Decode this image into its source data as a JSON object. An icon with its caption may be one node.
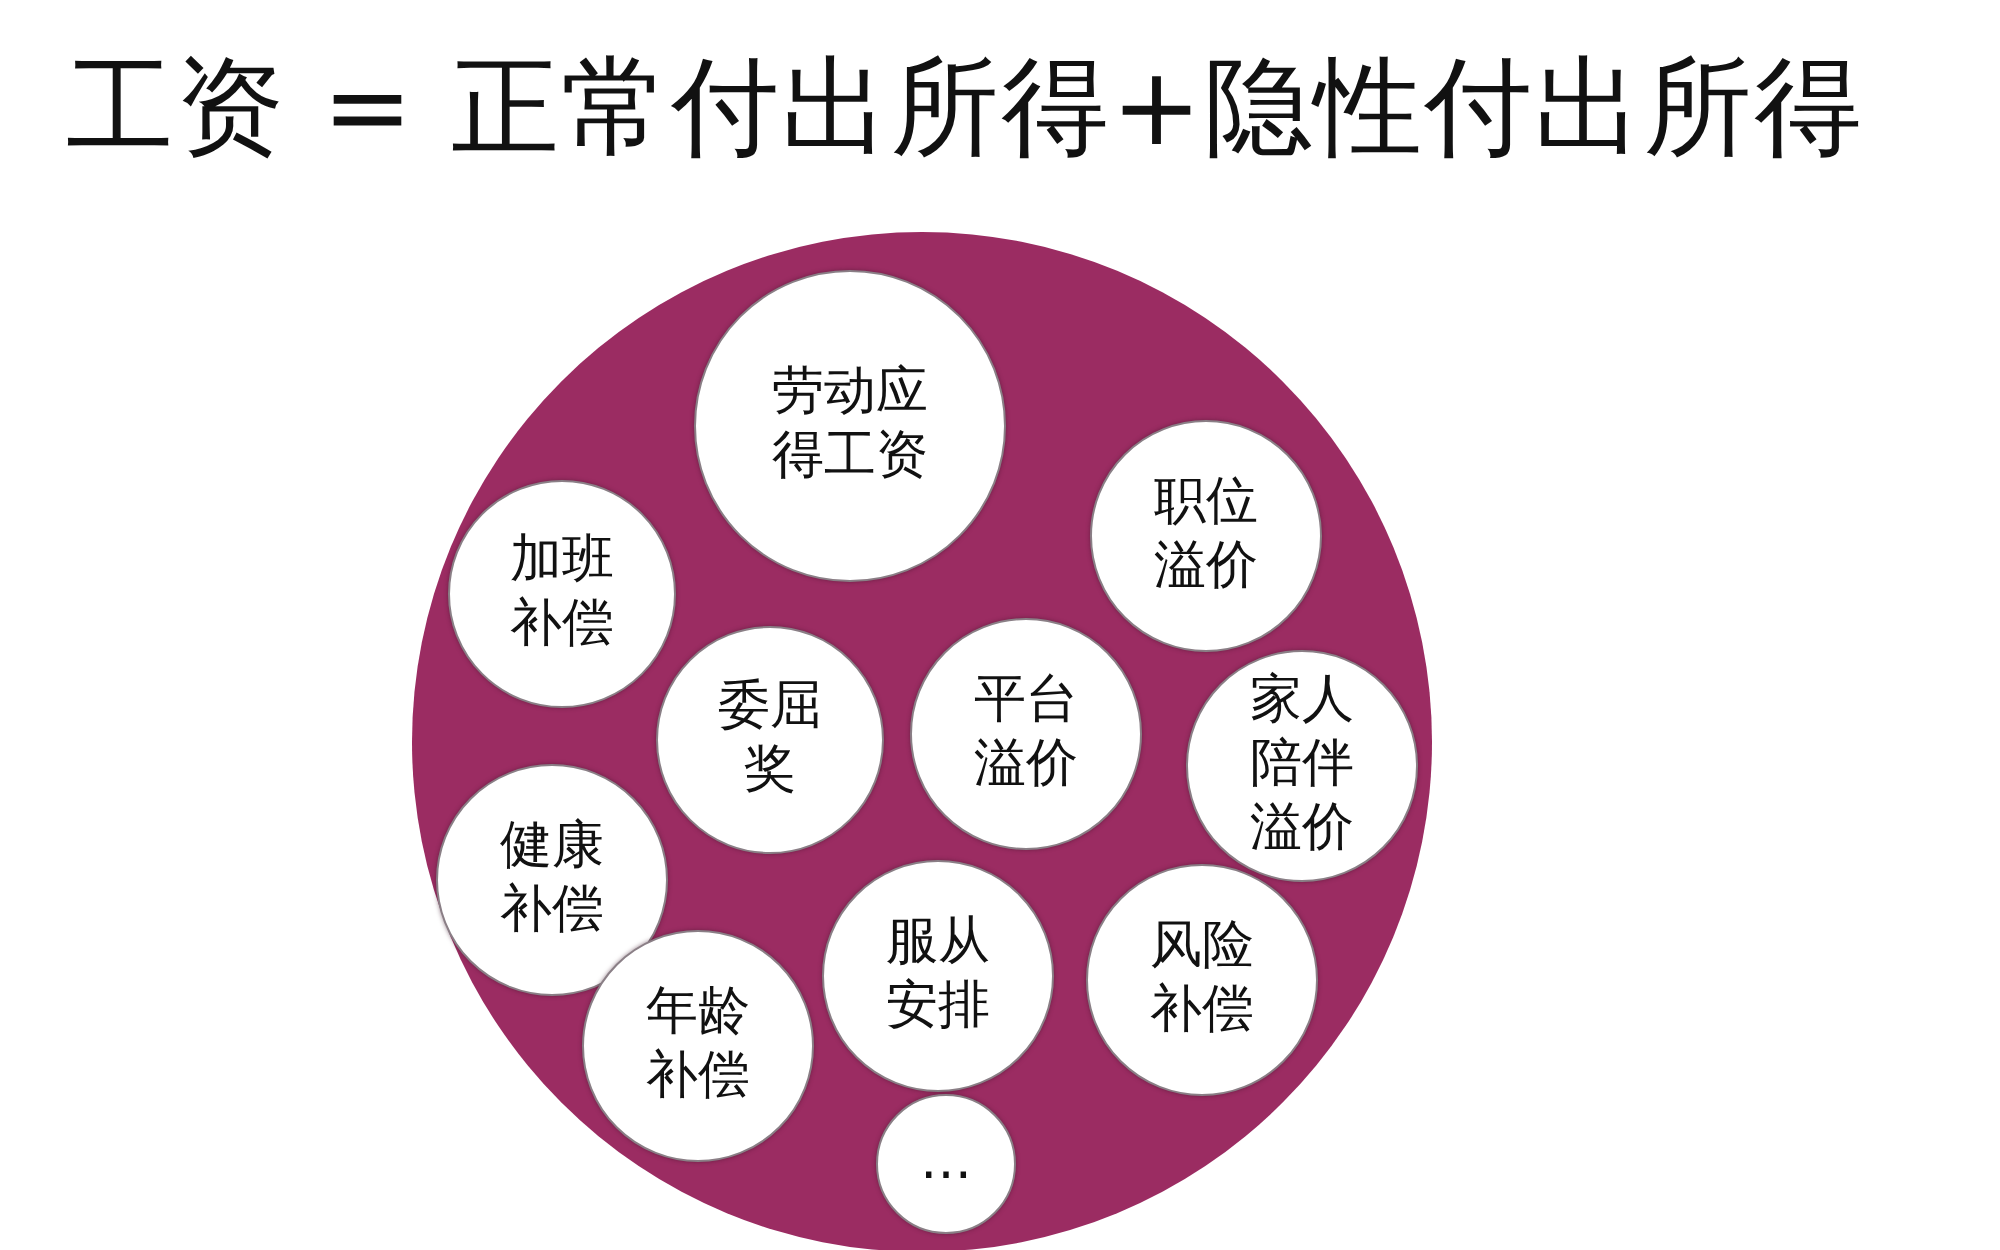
{
  "diagram": {
    "title": "工资 = 正常付出所得+隐性付出所得",
    "nodes": [
      {
        "text": [],
        "shape": "circle"
      },
      {
        "text": [
          "劳动应得工资"
        ],
        "in": 0
      },
      {
        "text": [
          "职位溢价"
        ],
        "in": 0
      },
      {
        "text": [
          "加班补偿"
        ],
        "in": 0
      },
      {
        "text": [
          "委屈奖"
        ],
        "in": 0
      },
      {
        "text": [
          "平台溢价"
        ],
        "in": 0
      },
      {
        "text": [
          "家人陪伴溢价"
        ],
        "in": 0
      },
      {
        "text": [
          "健康补偿"
        ],
        "in": 0
      },
      {
        "text": [
          "服从安排"
        ],
        "in": 0
      },
      {
        "text": [
          "风险补偿"
        ],
        "in": 0
      },
      {
        "text": [
          "年龄补偿"
        ],
        "in": 0
      },
      {
        "text": [
          "…"
        ],
        "in": 0
      }
    ],
    "edges": []
  }
}
